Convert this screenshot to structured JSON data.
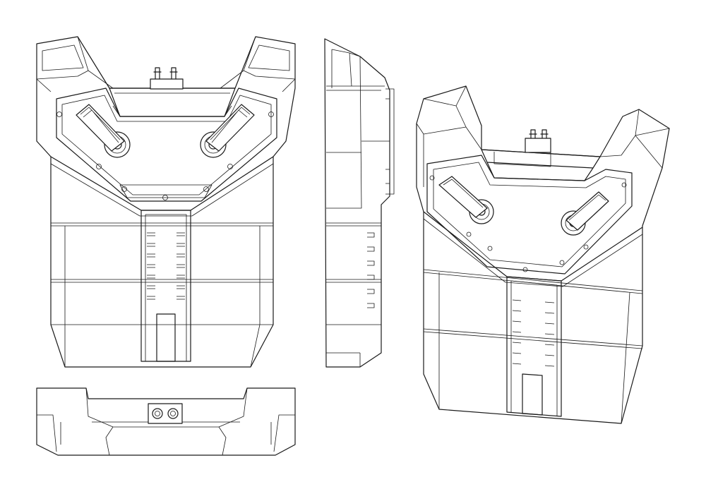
{
  "drawing": {
    "style": "line-art",
    "line_color": "#1a1a1a",
    "background_color": "#ffffff",
    "views": [
      {
        "id": "front",
        "label": ""
      },
      {
        "id": "side",
        "label": ""
      },
      {
        "id": "perspective",
        "label": ""
      },
      {
        "id": "top",
        "label": ""
      }
    ]
  }
}
